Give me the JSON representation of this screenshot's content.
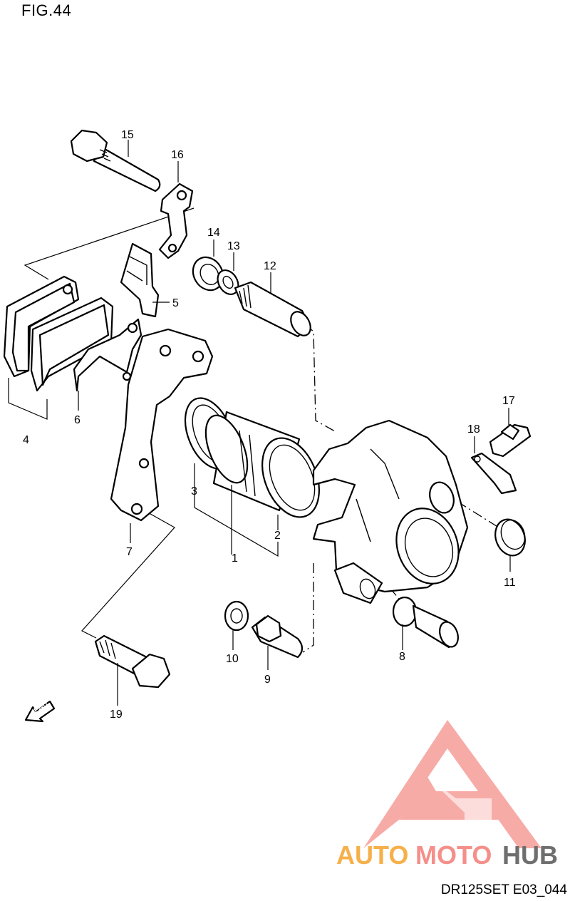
{
  "figure": {
    "title": "FIG.44",
    "code": "DR125SET E03_044"
  },
  "callouts": [
    {
      "id": "1",
      "label": "1"
    },
    {
      "id": "2",
      "label": "2"
    },
    {
      "id": "3",
      "label": "3"
    },
    {
      "id": "4",
      "label": "4"
    },
    {
      "id": "5",
      "label": "5"
    },
    {
      "id": "6",
      "label": "6"
    },
    {
      "id": "7",
      "label": "7"
    },
    {
      "id": "8",
      "label": "8"
    },
    {
      "id": "9",
      "label": "9"
    },
    {
      "id": "10",
      "label": "10"
    },
    {
      "id": "11",
      "label": "11"
    },
    {
      "id": "12",
      "label": "12"
    },
    {
      "id": "13",
      "label": "13"
    },
    {
      "id": "14",
      "label": "14"
    },
    {
      "id": "15",
      "label": "15"
    },
    {
      "id": "16",
      "label": "16"
    },
    {
      "id": "17",
      "label": "17"
    },
    {
      "id": "18",
      "label": "18"
    },
    {
      "id": "19",
      "label": "19"
    }
  ],
  "direction_marker": {
    "label": "FWD"
  },
  "watermark": {
    "part1": "AUTO",
    "part2": "MOTO",
    "part3": "HUB",
    "color_primary": "#f05a55",
    "color_secondary": "#f6a33a",
    "color_tertiary": "#5a5a5a"
  }
}
